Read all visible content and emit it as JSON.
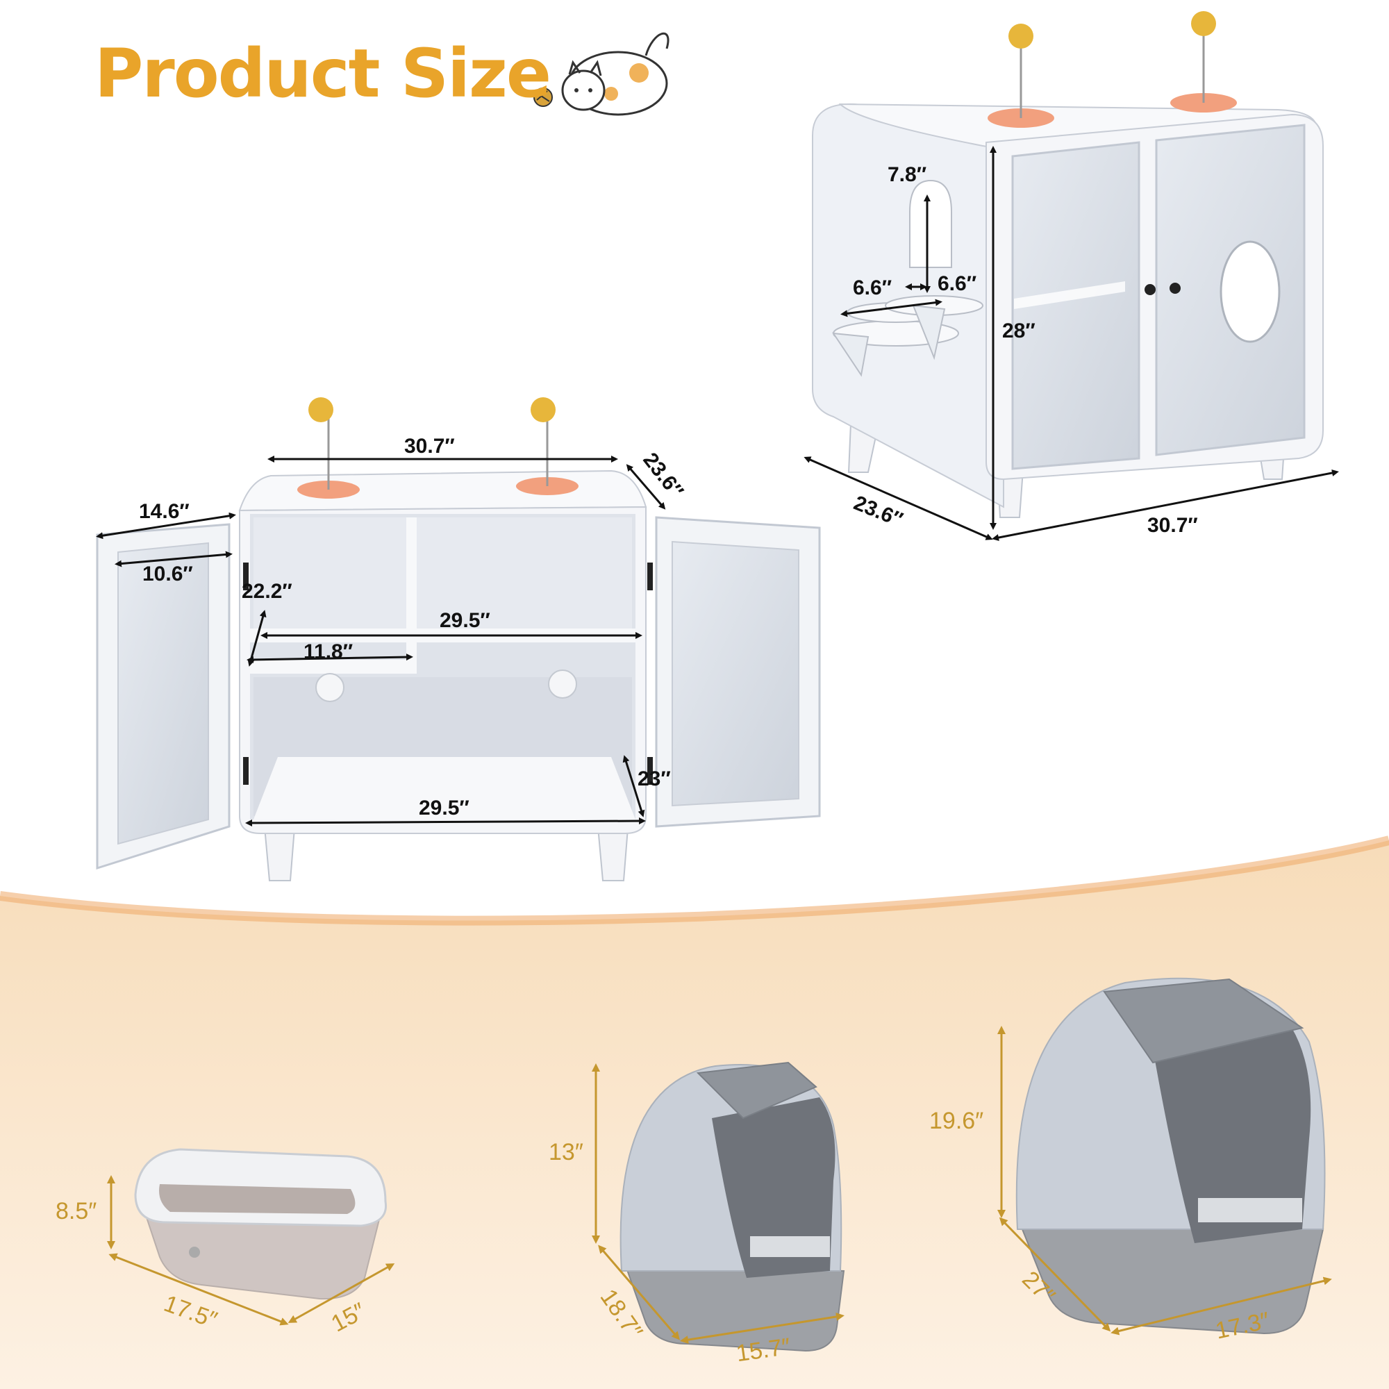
{
  "title": "Product Size",
  "colors": {
    "title": "#e9a42a",
    "accent_band": "#f3c99a",
    "cabinet": "#eef1f6",
    "glass": "#d7dde6",
    "pad": "#f2a07e",
    "ball": "#e7b63b",
    "box_light": "#c9cfd8",
    "box_dark": "#6f737a",
    "dim_gold": "#c5972e"
  },
  "icons": [
    "cat-icon",
    "yarn-ball-icon"
  ],
  "cabinet_closed": {
    "door_height": "7.8″",
    "step_width": "6.6″",
    "step_depth": "6.6″",
    "height": "28″",
    "depth": "23.6″",
    "width": "30.7″"
  },
  "cabinet_open": {
    "top_width": "30.7″",
    "top_depth": "23.6″",
    "door_width": "14.6″",
    "door_inner_width": "10.6″",
    "upper_height": "22.2″",
    "shelf_width": "29.5″",
    "small_shelf_width": "11.8″",
    "lower_height": "23″",
    "bottom_width": "29.5″"
  },
  "litter_boxes": [
    {
      "height": "8.5″",
      "length": "17.5″",
      "width": "15″"
    },
    {
      "height": "13″",
      "length": "18.7″",
      "width": "15.7″"
    },
    {
      "height": "19.6″",
      "length": "27″",
      "width": "17.3″"
    }
  ]
}
